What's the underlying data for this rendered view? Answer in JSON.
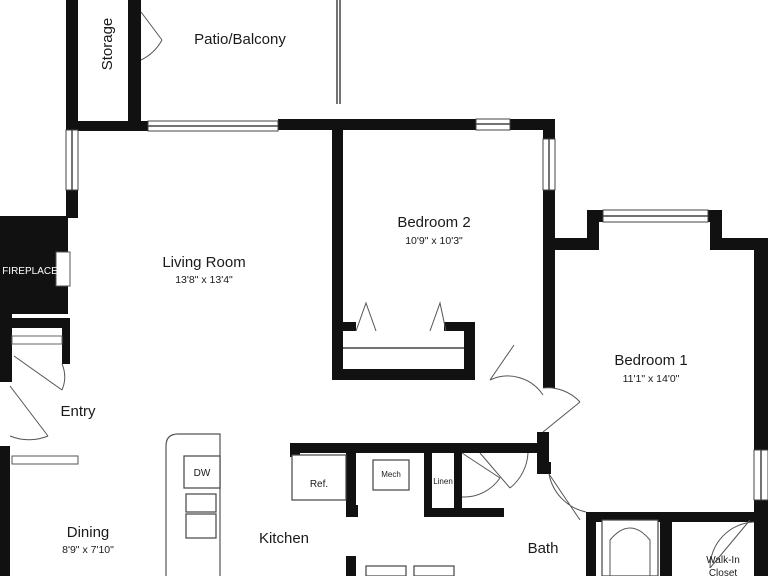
{
  "rooms": {
    "storage": {
      "name": "Storage"
    },
    "patio": {
      "name": "Patio/Balcony"
    },
    "living": {
      "name": "Living Room",
      "dims": "13'8\" x 13'4\""
    },
    "bedroom2": {
      "name": "Bedroom 2",
      "dims": "10'9\" x 10'3\""
    },
    "bedroom1": {
      "name": "Bedroom 1",
      "dims": "11'1\" x 14'0\""
    },
    "entry": {
      "name": "Entry"
    },
    "dining": {
      "name": "Dining",
      "dims": "8'9\" x 7'10\""
    },
    "kitchen": {
      "name": "Kitchen"
    },
    "bath": {
      "name": "Bath"
    },
    "walkin": {
      "line1": "Walk-In",
      "line2": "Closet"
    }
  },
  "fixtures": {
    "fireplace": "FIREPLACE",
    "dishwasher": "DW",
    "refrigerator": "Ref.",
    "mech": "Mech",
    "linen": "Linen"
  },
  "colors": {
    "wall": "#111111",
    "background": "#ffffff"
  }
}
